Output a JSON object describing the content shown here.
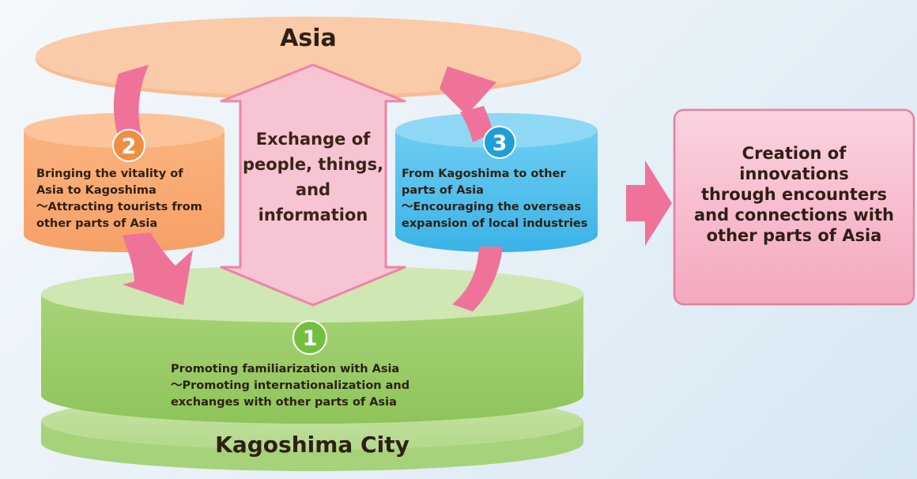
{
  "asia_label": "Asia",
  "city_label": "Kagoshima City",
  "exchange_label": "Exchange of\npeople, things,\nand\ninformation",
  "strategies": [
    {
      "number": "1",
      "text": "Promoting familiarization with Asia\n～Promoting internationalization and\nexchanges with other parts of Asia",
      "color": "#7cc448"
    },
    {
      "number": "2",
      "text": "Bringing the vitality of\nAsia to Kagoshima\n～Attracting tourists from\nother parts of Asia",
      "color": "#f08e43"
    },
    {
      "number": "3",
      "text": "From Kagoshima to other\nparts of Asia\n～Encouraging the overseas\nexpansion of local industries",
      "color": "#2aa6dc"
    }
  ],
  "result_text": "Creation of\ninnovations\nthrough encounters\nand connections with\nother parts of Asia",
  "colors": {
    "asia": "#f9c9a4",
    "city": "#9fcd6e",
    "cyl2": "#f9ab72",
    "cyl3": "#5cc3ef",
    "arrow": "#ef6f99",
    "exchange": "#f7c2d1",
    "result": "#f8bfcf"
  }
}
